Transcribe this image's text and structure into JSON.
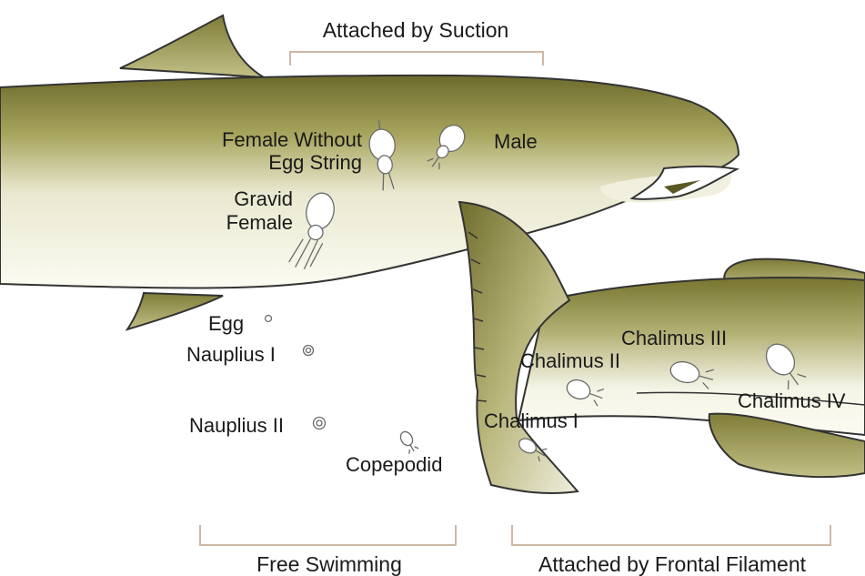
{
  "phases": {
    "top": "Attached by Suction",
    "free": "Free Swimming",
    "frontal": "Attached by Frontal Filament"
  },
  "stages": {
    "female_without_egg_string_line1": "Female Without",
    "female_without_egg_string_line2": "Egg String",
    "male": "Male",
    "gravid_female_line1": "Gravid",
    "gravid_female_line2": "Female",
    "egg": "Egg",
    "nauplius_1": "Nauplius I",
    "nauplius_2": "Nauplius II",
    "copepodid": "Copepodid",
    "chalimus_1": "Chalimus I",
    "chalimus_2": "Chalimus II",
    "chalimus_3": "Chalimus III",
    "chalimus_4": "Chalimus IV"
  },
  "colors": {
    "fish_olive": "#7c7a35",
    "fish_light": "#f4f4e6",
    "outline": "#333333",
    "bracket": "#cdb8a6"
  }
}
